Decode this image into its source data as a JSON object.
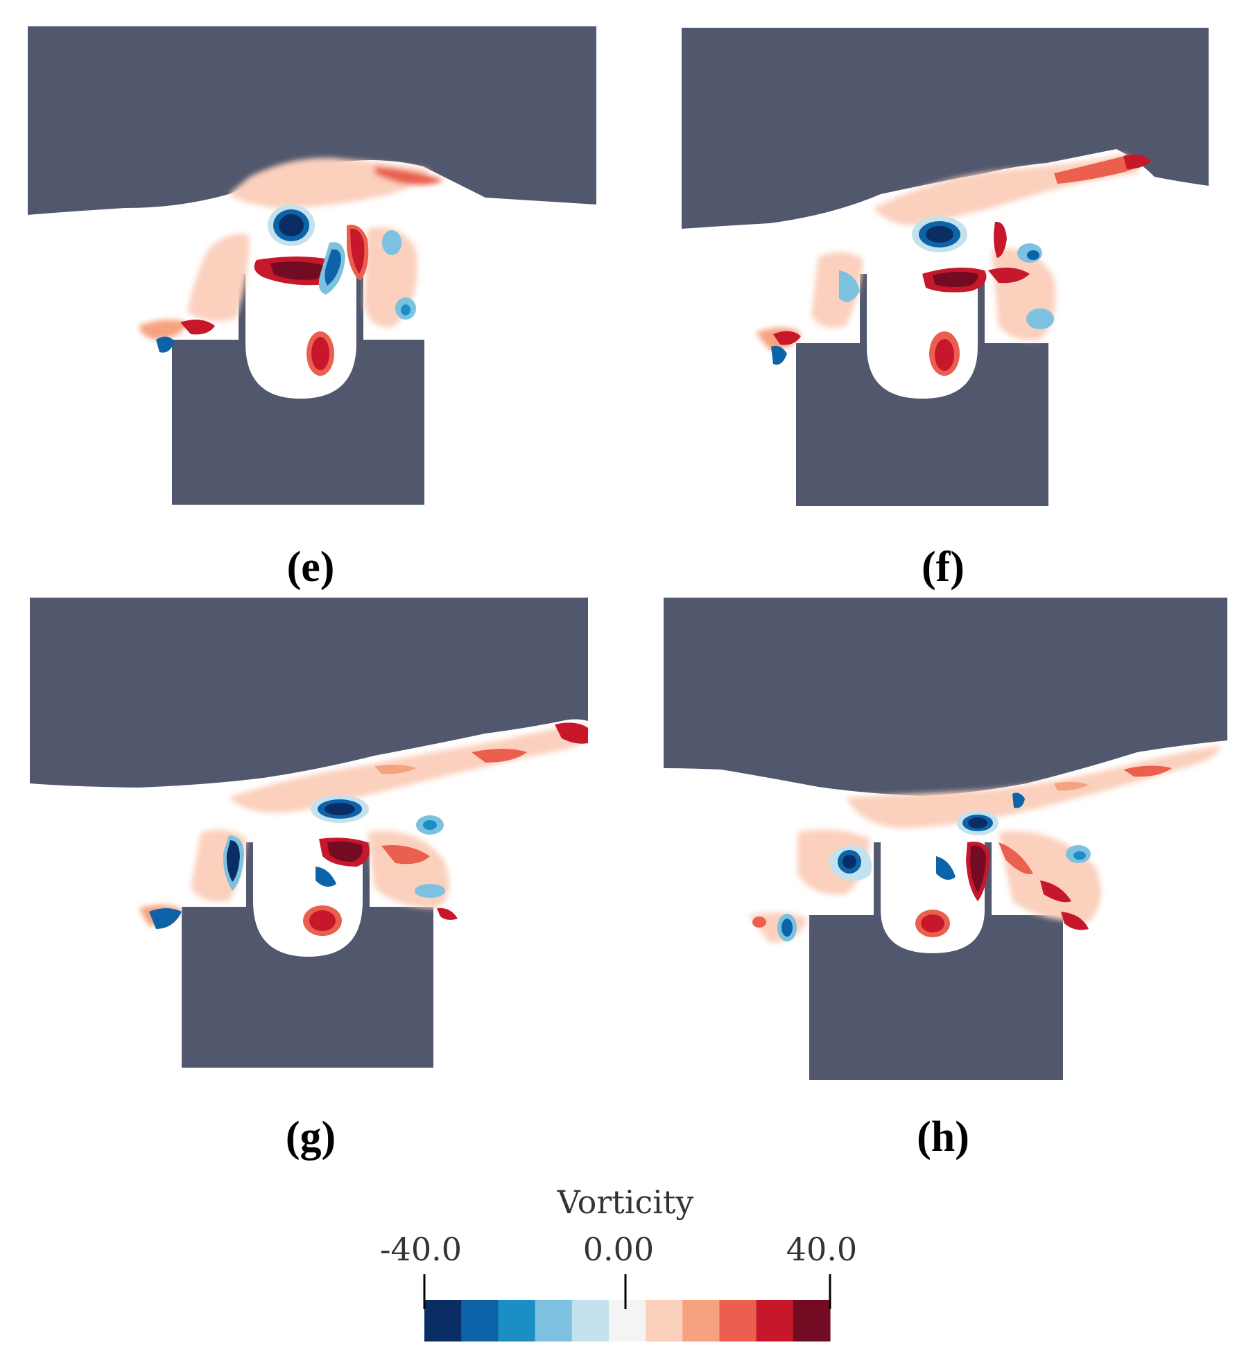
{
  "panels": [
    {
      "id": "e",
      "label": "(e)"
    },
    {
      "id": "f",
      "label": "(f)"
    },
    {
      "id": "g",
      "label": "(g)"
    },
    {
      "id": "h",
      "label": "(h)"
    }
  ],
  "colorbar": {
    "title": "Vorticity",
    "min_label": "-40.0",
    "mid_label": "0.00",
    "max_label": "40.0",
    "range": [
      -40,
      40
    ],
    "colors": [
      "#0a2e63",
      "#0d63a8",
      "#1b8ec6",
      "#7cc1df",
      "#c4e2ee",
      "#f4f4f4",
      "#fbd0bd",
      "#f6a27f",
      "#ea5f4d",
      "#c6172b",
      "#730b23"
    ]
  },
  "colors": {
    "solid": "#51576d",
    "background": "#ffffff"
  }
}
